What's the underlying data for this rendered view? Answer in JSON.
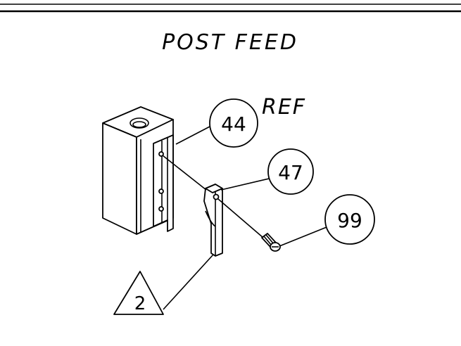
{
  "drawing": {
    "title": "POST FEED",
    "ref_label": "REF",
    "callouts": [
      {
        "id": "callout-44",
        "text": "44"
      },
      {
        "id": "callout-47",
        "text": "47"
      },
      {
        "id": "callout-99",
        "text": "99"
      }
    ],
    "note": {
      "text": "2"
    }
  }
}
